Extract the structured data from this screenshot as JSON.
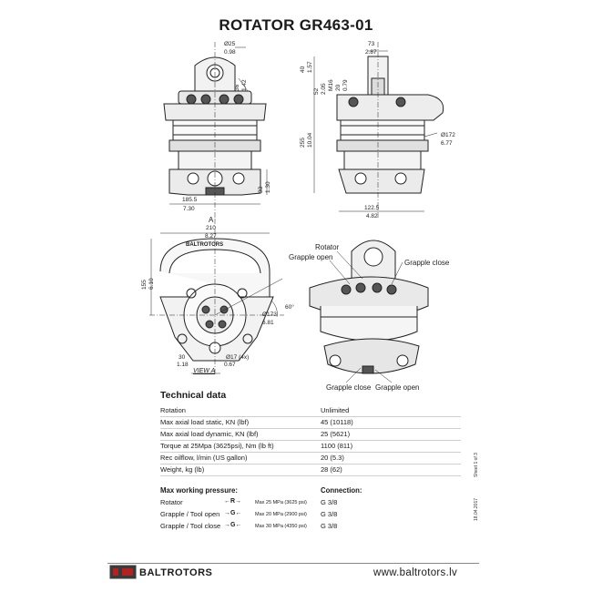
{
  "title": "ROTATOR  GR463-01",
  "dims": {
    "top_front": [
      "Ø25",
      "0.98",
      "36",
      "1.42"
    ],
    "top_side": [
      "73",
      "2.87",
      "40",
      "1.57",
      "52",
      "2.05",
      "M16",
      "20",
      "0.79"
    ],
    "height": [
      "255",
      "10.04"
    ],
    "diam172": [
      "Ø172",
      "6.77"
    ],
    "front_bottom": [
      "185.5",
      "7.30",
      "33",
      "1.30"
    ],
    "side_bottom": [
      "122.5",
      "4.82"
    ],
    "view_a_top": [
      "210",
      "8.27"
    ],
    "view_a_left": [
      "155",
      "6.10"
    ],
    "diam173": [
      "Ø173",
      "6.81"
    ],
    "angle": "60°",
    "view_a_bottom": [
      "30",
      "1.18",
      "Ø17 (4x)",
      "0.67"
    ],
    "section_mark": "A",
    "view_label": "VIEW A",
    "logo_text": "BALTROTORS"
  },
  "callouts": {
    "rotator": "Rotator",
    "grapple_open_top": "Grapple open",
    "grapple_close_top": "Grapple close",
    "grapple_close_bottom": "Grapple close",
    "grapple_open_bottom": "Grapple open"
  },
  "technical": {
    "heading": "Technical data",
    "rows": [
      {
        "name": "Rotation",
        "value": "Unlimited"
      },
      {
        "name": "Max axial load static, KN (lbf)",
        "value": "45 (10118)"
      },
      {
        "name": "Max axial load dynamic, KN (lbf)",
        "value": "25 (5621)"
      },
      {
        "name": "Torque at 25Mpa (3625psi), Nm (lb ft)",
        "value": "1100 (811)"
      },
      {
        "name": "Rec oilflow, l/min (US gallon)",
        "value": "20 (5.3)"
      },
      {
        "name": "Weight, kg (lb)",
        "value": "28 (62)"
      }
    ]
  },
  "pressure": {
    "heading": "Max working pressure:",
    "connection_heading": "Connection:",
    "rows": [
      {
        "name": "Rotator",
        "code": "←R→",
        "pressure": "Max 25 MPa (3625 psi)",
        "connection": "G 3/8"
      },
      {
        "name": "Grapple / Tool open",
        "code": "→G←",
        "pressure": "Max 20 MPa (2900 psi)",
        "connection": "G 3/8"
      },
      {
        "name": "Grapple / Tool close",
        "code": "→G←",
        "pressure": "Max 30 MPa (4350 psi)",
        "connection": "G 3/8"
      }
    ]
  },
  "side_notes": {
    "sheet": "Sheet 1 of 3",
    "date": "18.04.2017"
  },
  "footer": {
    "brand": "BALTROTORS",
    "website": "www.baltrotors.lv"
  }
}
